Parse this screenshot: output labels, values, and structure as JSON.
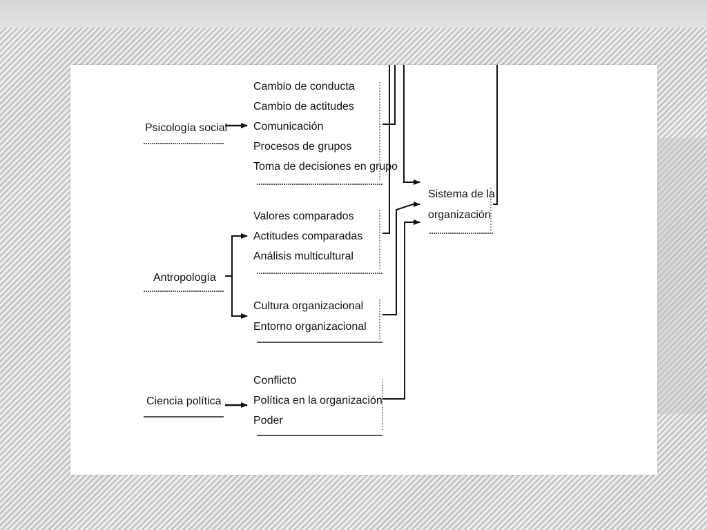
{
  "diagram": {
    "sources": [
      {
        "id": "psicologia",
        "label": "Psicología social"
      },
      {
        "id": "antropologia",
        "label": "Antropología"
      },
      {
        "id": "ciencia",
        "label": "Ciencia política"
      }
    ],
    "groups": [
      {
        "id": "g1",
        "items": [
          "Cambio de conducta",
          "Cambio de actitudes",
          "Comunicación",
          "Procesos de grupos",
          "Toma de decisiones en grupo"
        ]
      },
      {
        "id": "g2",
        "items": [
          "Valores comparados",
          "Actitudes comparadas",
          "Análisis multicultural"
        ]
      },
      {
        "id": "g3",
        "items": [
          "Cultura organizacional",
          "Entorno organizacional"
        ]
      },
      {
        "id": "g4",
        "items": [
          "Conflicto",
          "Política en la organización",
          "Poder"
        ]
      }
    ],
    "target": {
      "lines": [
        "Sistema de la",
        "organización"
      ]
    }
  }
}
